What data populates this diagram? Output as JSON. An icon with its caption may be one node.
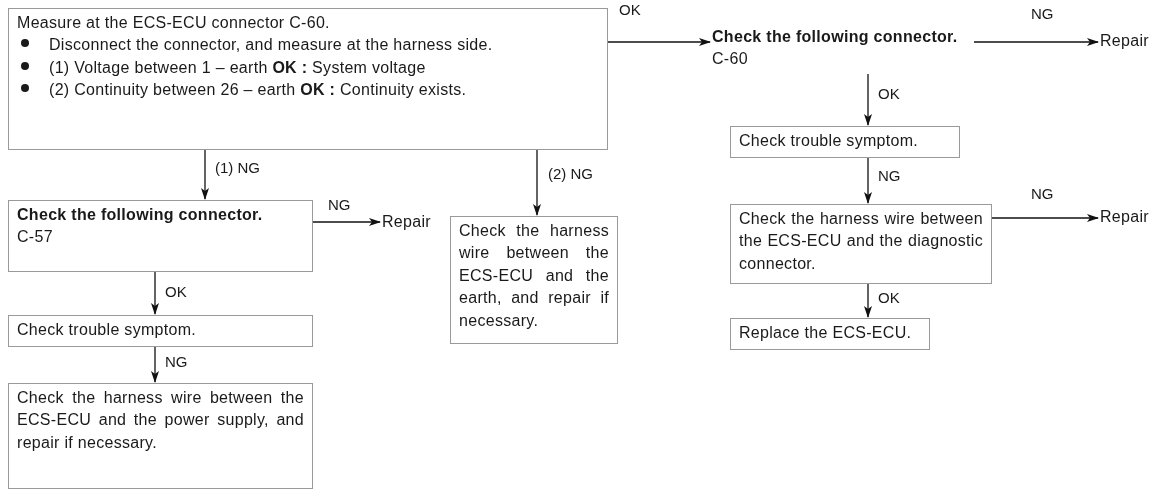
{
  "diagram": {
    "nodes": [
      {
        "text": [
          "Measure at the ECS-ECU connector C-60.",
          "Disconnect the connector, and measure at the harness side.",
          "(1) Voltage between 1 – earth **OK :** System voltage",
          "(2) Continuity between 26 – earth **OK :** Continuity exists."
        ]
      },
      {
        "text": [
          "Check the following connector.",
          "C-57"
        ]
      },
      {
        "text": [
          "Repair"
        ]
      },
      {
        "text": [
          "Check trouble symptom."
        ]
      },
      {
        "text": [
          "Check the harness wire between the ECS-ECU and the power supply, and repair if necessary."
        ]
      },
      {
        "text": [
          "Check the harness wire between the ECS-ECU and the earth, and repair if necessary."
        ]
      },
      {
        "text": [
          "**Check the following connector.** C-60"
        ]
      },
      {
        "text": [
          "Repair"
        ]
      },
      {
        "text": [
          "Check trouble symptom."
        ]
      },
      {
        "text": [
          "Check the harness wire between the ECS-ECU and the diagnostic connector."
        ]
      },
      {
        "text": [
          "Repair"
        ]
      },
      {
        "text": [
          "Replace the ECS-ECU."
        ]
      }
    ],
    "edges": [
      {
        "from": 0,
        "to": 1,
        "arrow": "to",
        "label": "(1) NG"
      },
      {
        "from": 1,
        "to": 2,
        "arrow": "to",
        "label": "NG"
      },
      {
        "from": 1,
        "to": 3,
        "arrow": "to",
        "label": "OK"
      },
      {
        "from": 3,
        "to": 4,
        "arrow": "to",
        "label": "NG"
      },
      {
        "from": 0,
        "to": 5,
        "arrow": "to",
        "label": "(2) NG"
      },
      {
        "from": 0,
        "to": 6,
        "arrow": "to",
        "label": "OK"
      },
      {
        "from": 6,
        "to": 7,
        "arrow": "to",
        "label": "NG"
      },
      {
        "from": 6,
        "to": 8,
        "arrow": "to",
        "label": "OK"
      },
      {
        "from": 8,
        "to": 9,
        "arrow": "to",
        "label": "NG"
      },
      {
        "from": 9,
        "to": 10,
        "arrow": "to",
        "label": "NG"
      },
      {
        "from": 9,
        "to": 11,
        "arrow": "to",
        "label": "OK"
      }
    ]
  }
}
